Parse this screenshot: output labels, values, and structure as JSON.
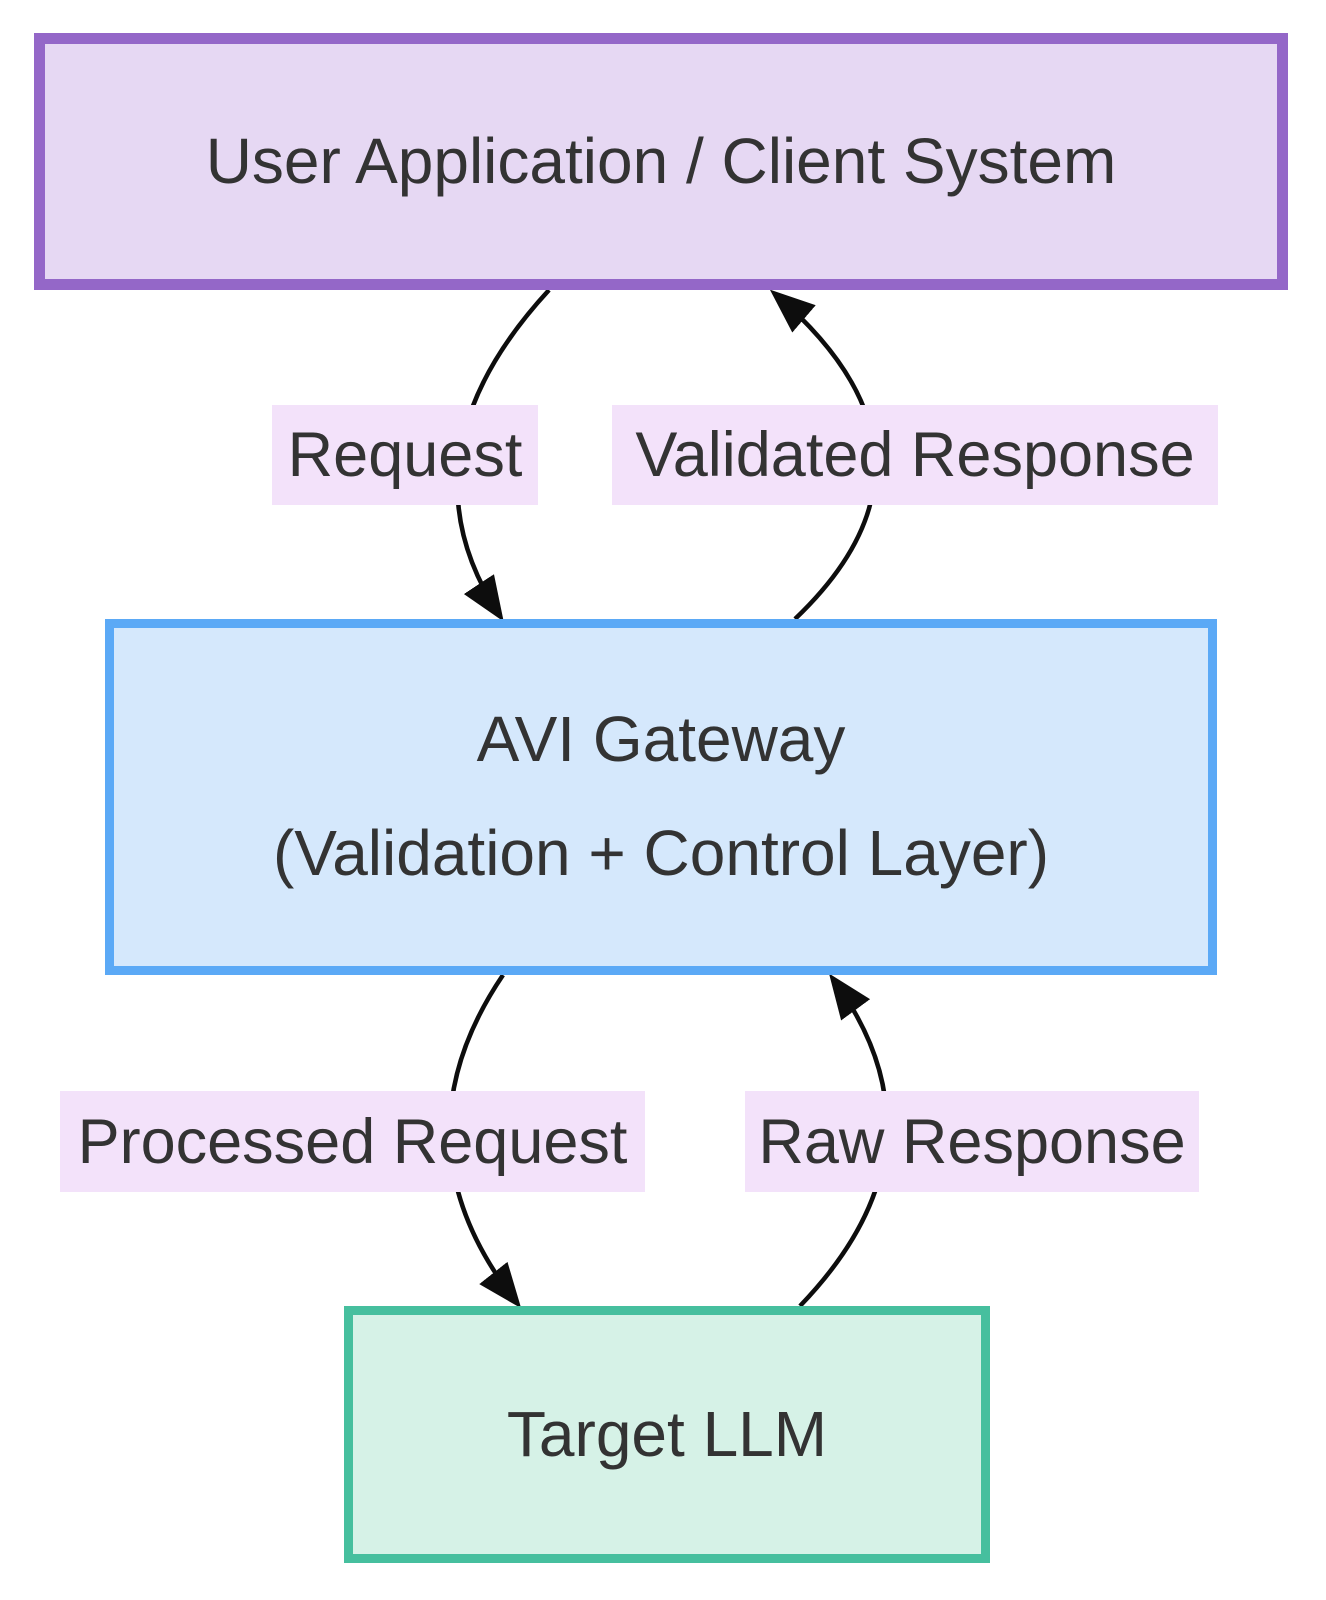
{
  "diagram": {
    "type": "flowchart",
    "nodes": {
      "client": {
        "label": "User Application / Client System",
        "fill_color": "#e6d8f3",
        "border_color": "#9467c8"
      },
      "gateway": {
        "label": "AVI Gateway",
        "sublabel": "(Validation + Control Layer)",
        "fill_color": "#d5e8fc",
        "border_color": "#5ba9f6"
      },
      "llm": {
        "label": "Target LLM",
        "fill_color": "#d6f2e7",
        "border_color": "#46bf9e"
      }
    },
    "edges": [
      {
        "label": "Request",
        "from": "client",
        "to": "gateway"
      },
      {
        "label": "Validated Response",
        "from": "gateway",
        "to": "client"
      },
      {
        "label": "Processed Request",
        "from": "gateway",
        "to": "llm"
      },
      {
        "label": "Raw Response",
        "from": "llm",
        "to": "gateway"
      }
    ],
    "colors": {
      "edge_label_fill": "#f3e2fa",
      "edge_line": "#0d0d0d",
      "text": "#333333",
      "background": "#ffffff"
    }
  }
}
